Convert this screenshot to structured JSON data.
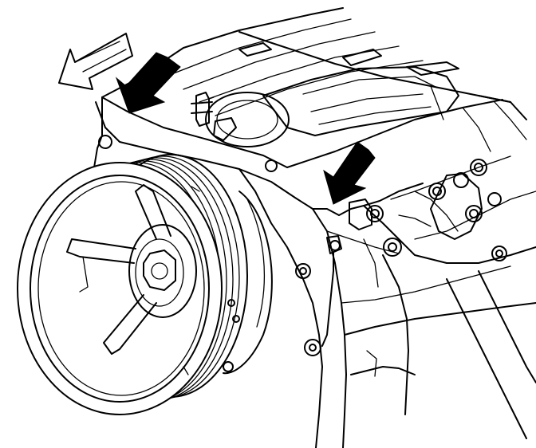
{
  "figure": {
    "type": "engine-line-drawing",
    "subject": "crankshaft-pulley-and-front-cover",
    "colors": {
      "ink": "#000000",
      "background": "#ffffff"
    },
    "callouts": [
      {
        "kind": "solid-arrow",
        "points_to": "front-cover-top-left-seam"
      },
      {
        "kind": "solid-arrow",
        "points_to": "front-cover-top-right-seam"
      },
      {
        "kind": "outline-arrow",
        "meaning": "removal-direction"
      }
    ]
  }
}
